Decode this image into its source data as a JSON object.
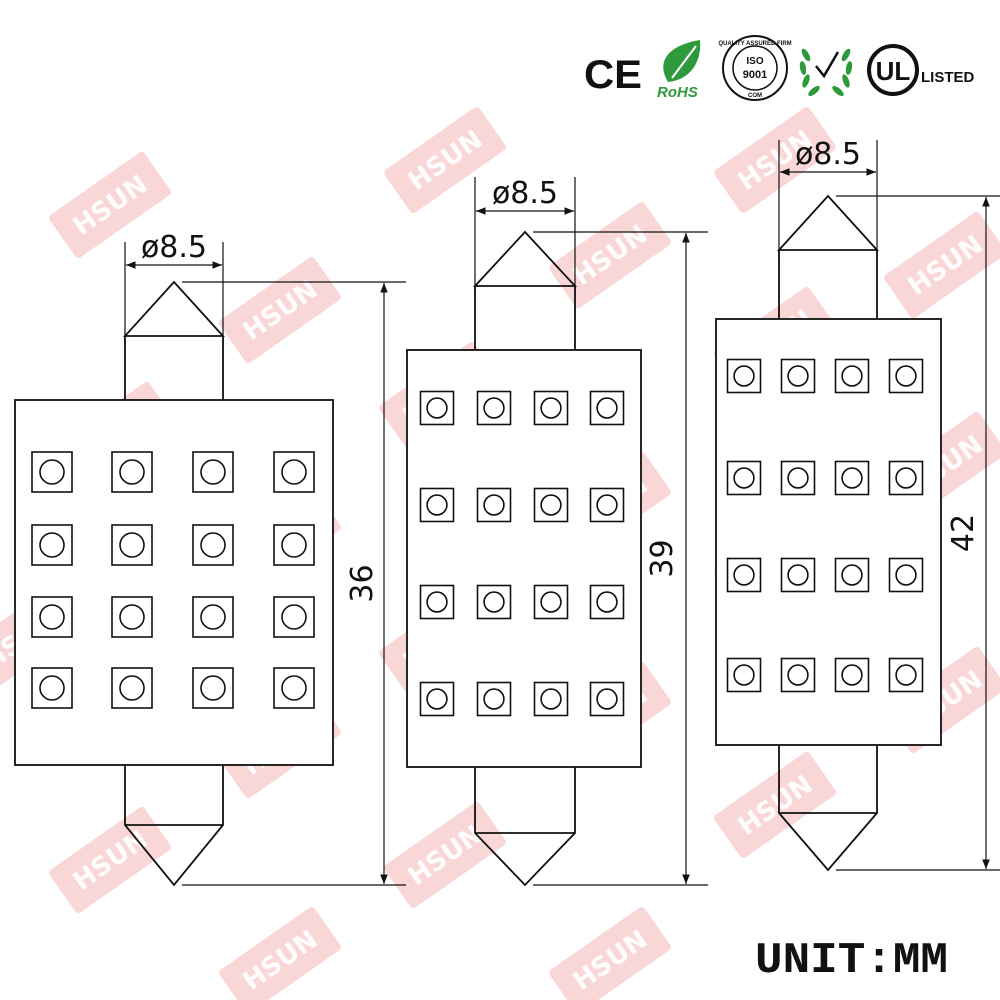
{
  "certifications": {
    "ce": "CE",
    "rohs": "RoHS",
    "iso_top": "QUALITY ASSURED FIRM",
    "iso_mid": "ISO",
    "iso_num": "9001",
    "iso_bottom": "COM",
    "ul_mark": "UL",
    "ul_listed": "LISTED",
    "colors": {
      "rohs_green": "#2e9a3c",
      "laurel_green": "#2e9a3c"
    }
  },
  "watermark": {
    "text": "HSUN",
    "color": "#f4b7b7"
  },
  "bulbs": [
    {
      "name": "bulb-36mm",
      "diameter_label": "ø8.5",
      "length_label": "36",
      "led_rows": 4,
      "led_cols": 4
    },
    {
      "name": "bulb-39mm",
      "diameter_label": "ø8.5",
      "length_label": "39",
      "led_rows": 4,
      "led_cols": 4
    },
    {
      "name": "bulb-42mm",
      "diameter_label": "ø8.5",
      "length_label": "42",
      "led_rows": 4,
      "led_cols": 4
    }
  ],
  "unit_label": "UNIT:MM"
}
